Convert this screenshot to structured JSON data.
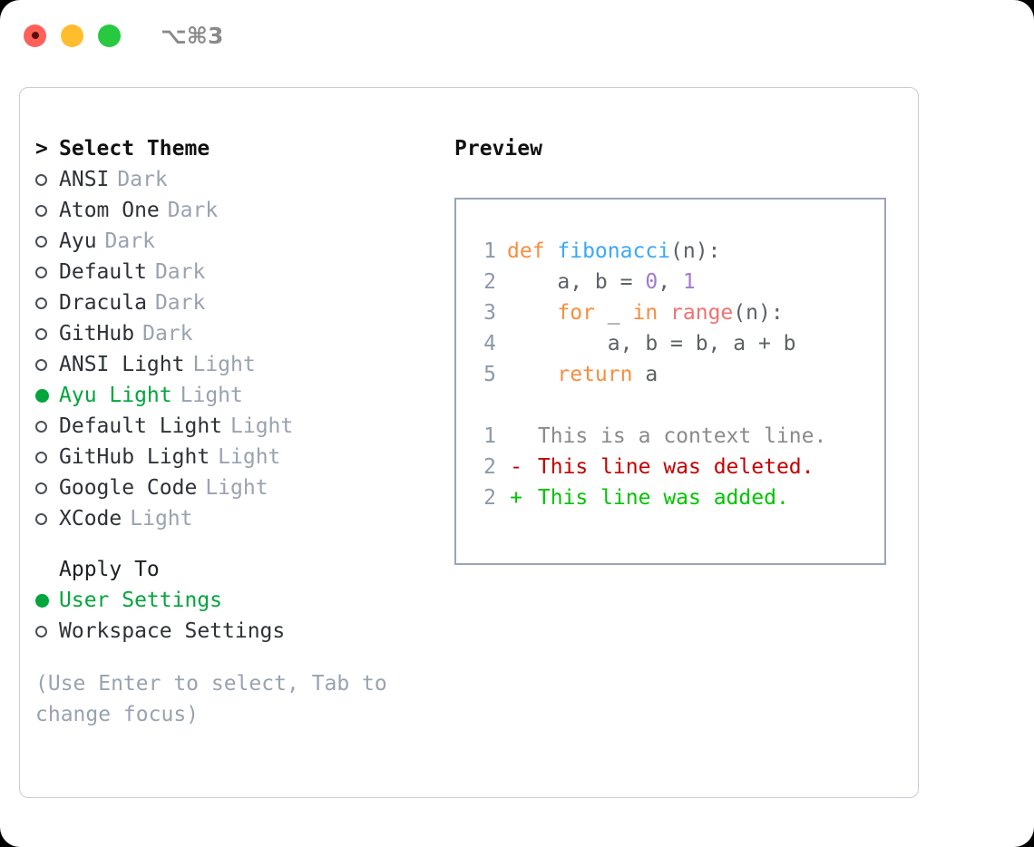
{
  "titlebar": {
    "shortcut": "⌥⌘3",
    "buttons": {
      "close": "close",
      "minimize": "minimize",
      "maximize": "maximize"
    }
  },
  "theme_picker": {
    "heading": "Select Theme",
    "caret": ">",
    "items": [
      {
        "name": "ANSI",
        "badge": "Dark",
        "selected": false
      },
      {
        "name": "Atom One",
        "badge": "Dark",
        "selected": false
      },
      {
        "name": "Ayu",
        "badge": "Dark",
        "selected": false
      },
      {
        "name": "Default",
        "badge": "Dark",
        "selected": false
      },
      {
        "name": "Dracula",
        "badge": "Dark",
        "selected": false
      },
      {
        "name": "GitHub",
        "badge": "Dark",
        "selected": false
      },
      {
        "name": "ANSI Light",
        "badge": "Light",
        "selected": false
      },
      {
        "name": "Ayu Light",
        "badge": "Light",
        "selected": true
      },
      {
        "name": "Default Light",
        "badge": "Light",
        "selected": false
      },
      {
        "name": "GitHub Light",
        "badge": "Light",
        "selected": false
      },
      {
        "name": "Google Code",
        "badge": "Light",
        "selected": false
      },
      {
        "name": "XCode",
        "badge": "Light",
        "selected": false
      }
    ]
  },
  "apply_to": {
    "heading": "Apply To",
    "options": [
      {
        "label": "User Settings",
        "selected": true
      },
      {
        "label": "Workspace Settings",
        "selected": false
      }
    ]
  },
  "hint": "(Use Enter to select, Tab to change focus)",
  "preview": {
    "title": "Preview",
    "code_lines": [
      {
        "no": "1",
        "tokens": [
          {
            "t": "def ",
            "c": "kw"
          },
          {
            "t": "fibonacci",
            "c": "fn"
          },
          {
            "t": "(n):",
            "c": "plain"
          }
        ]
      },
      {
        "no": "2",
        "tokens": [
          {
            "t": "    a, b = ",
            "c": "plain"
          },
          {
            "t": "0",
            "c": "num"
          },
          {
            "t": ", ",
            "c": "plain"
          },
          {
            "t": "1",
            "c": "num"
          }
        ]
      },
      {
        "no": "3",
        "tokens": [
          {
            "t": "    ",
            "c": "plain"
          },
          {
            "t": "for",
            "c": "kw"
          },
          {
            "t": " _ ",
            "c": "plain"
          },
          {
            "t": "in",
            "c": "kw"
          },
          {
            "t": " ",
            "c": "plain"
          },
          {
            "t": "range",
            "c": "call"
          },
          {
            "t": "(n):",
            "c": "plain"
          }
        ]
      },
      {
        "no": "4",
        "tokens": [
          {
            "t": "        a, b = b, a + b",
            "c": "plain"
          }
        ]
      },
      {
        "no": "5",
        "tokens": [
          {
            "t": "    ",
            "c": "plain"
          },
          {
            "t": "return",
            "c": "kw"
          },
          {
            "t": " a",
            "c": "plain"
          }
        ]
      }
    ],
    "diff_lines": [
      {
        "no": "1",
        "mark": " ",
        "text": "This is a context line.",
        "kind": "ctx"
      },
      {
        "no": "2",
        "mark": "-",
        "text": "This line was deleted.",
        "kind": "del"
      },
      {
        "no": "2",
        "mark": "+",
        "text": "This line was added.",
        "kind": "add"
      }
    ]
  },
  "colors": {
    "accent_green": "#00a63c",
    "muted": "#9aa2b0",
    "border": "#9aa5b5",
    "keyword": "#fa8d3e",
    "function": "#3aa9f5",
    "number": "#a37acc",
    "call": "#f07171",
    "diff_delete": "#c30000",
    "diff_add": "#00c400"
  }
}
